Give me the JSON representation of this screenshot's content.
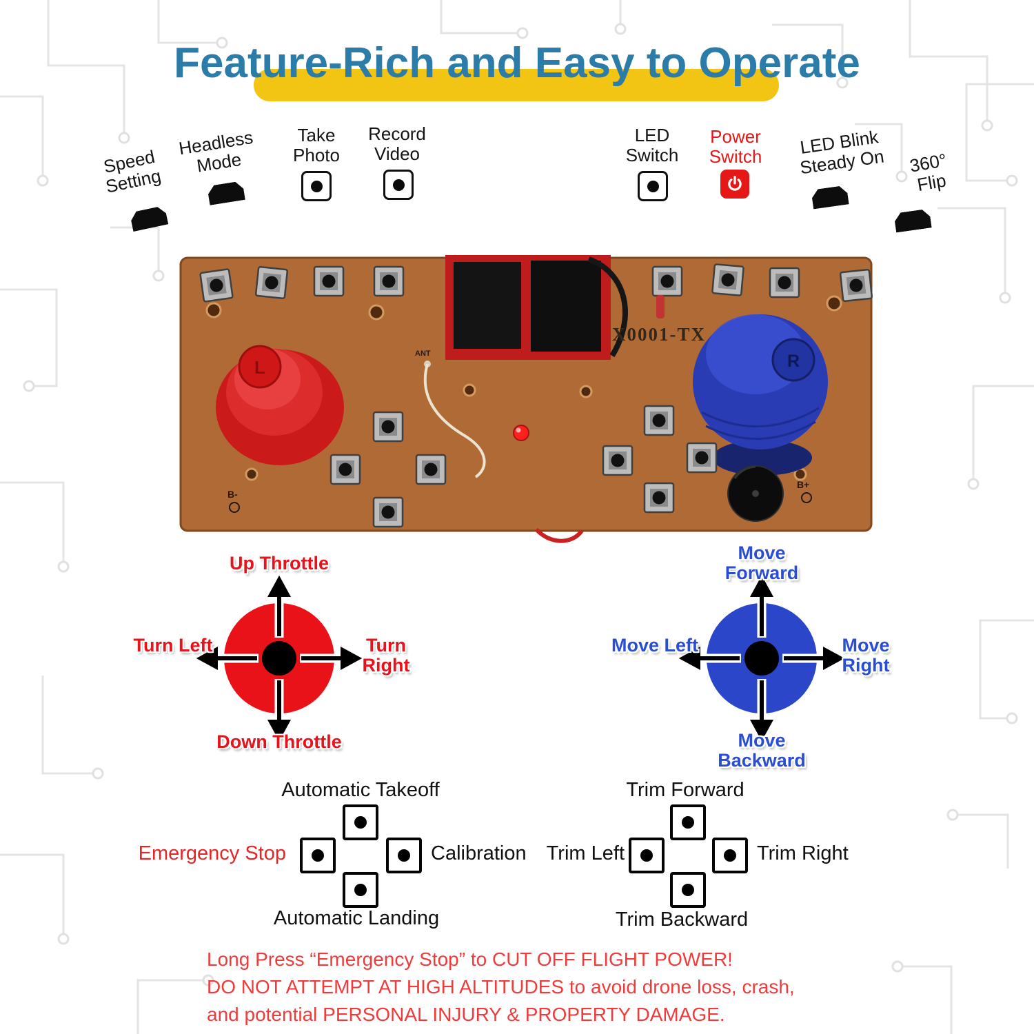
{
  "title": "Feature-Rich and Easy to Operate",
  "top_labels": [
    {
      "l1": "Speed",
      "l2": "Setting",
      "icon": "key-button"
    },
    {
      "l1": "Headless",
      "l2": "Mode",
      "icon": "key-button"
    },
    {
      "l1": "Take",
      "l2": "Photo",
      "icon": "push-button"
    },
    {
      "l1": "Record",
      "l2": "Video",
      "icon": "push-button"
    },
    {
      "l1": "LED",
      "l2": "Switch",
      "icon": "push-button"
    },
    {
      "l1": "Power",
      "l2": "Switch",
      "icon": "power-button",
      "color": "#e81717"
    },
    {
      "l1": "LED Blink",
      "l2": "Steady On",
      "icon": "key-button"
    },
    {
      "l1": "360°",
      "l2": "Flip",
      "icon": "key-button"
    }
  ],
  "board": {
    "model": "X0001-TX",
    "antenna_label": "ANT",
    "left_stick_letter": "L",
    "right_stick_letter": "R",
    "battery_minus": "B-",
    "battery_plus": "B+"
  },
  "left_stick": {
    "up": "Up Throttle",
    "left": "Turn Left",
    "right": "Turn Right",
    "down": "Down Throttle",
    "color": "#ea1219"
  },
  "right_stick": {
    "up": "Move Forward",
    "left": "Move Left",
    "right": "Move Right",
    "down": "Move Backward",
    "color": "#2b46c8"
  },
  "left_cluster": {
    "top": "Automatic Takeoff",
    "left": "Emergency Stop",
    "right": "Calibration",
    "bottom": "Automatic Landing"
  },
  "right_cluster": {
    "top": "Trim Forward",
    "left": "Trim Left",
    "right": "Trim Right",
    "bottom": "Trim Backward"
  },
  "warning": {
    "line1": "Long Press “Emergency Stop” to CUT OFF FLIGHT POWER!",
    "line2": "DO NOT ATTEMPT AT HIGH ALTITUDES to avoid drone loss, crash,",
    "line3": "and potential PERSONAL INJURY & PROPERTY DAMAGE."
  }
}
